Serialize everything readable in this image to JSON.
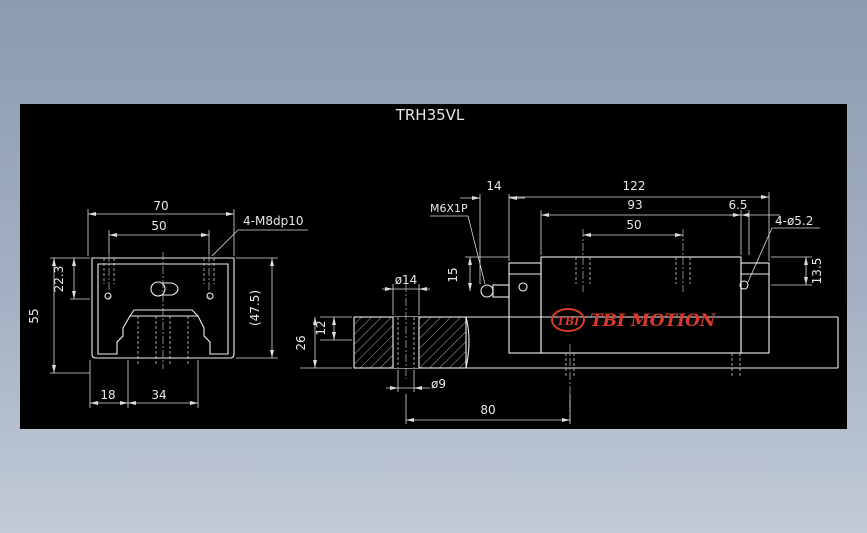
{
  "title": "TRH35VL",
  "logo": {
    "badge": "TBI",
    "text": "TBI MOTION",
    "color": "#d63b2b"
  },
  "front_view": {
    "dims": {
      "width_total": "70",
      "hole_spacing": "50",
      "thread": "4-M8dp10",
      "height_total": "55",
      "height_upper": "22.3",
      "height_ref": "(47.5)",
      "offset_left": "18",
      "rail_width": "34"
    }
  },
  "side_view": {
    "dims": {
      "grease_offset": "14",
      "block_length": "122",
      "body_length": "93",
      "end_offset": "6.5",
      "hole_spacing": "50",
      "grease_thread": "M6X1P",
      "grease_height": "15",
      "end_hole": "4-ø5.2",
      "end_hole_height": "13.5",
      "cbore_dia": "ø14",
      "cbore_depth": "12",
      "rail_height": "26",
      "hole_dia": "ø9",
      "hole_pitch": "80"
    }
  }
}
